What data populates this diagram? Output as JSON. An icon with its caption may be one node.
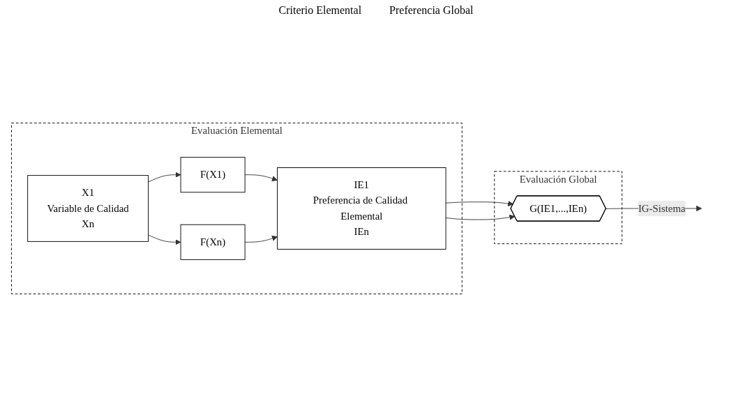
{
  "diagram": {
    "nodes": [
      {
        "text": [
          "Evaluación Elemental"
        ]
      },
      {
        "text": [
          "X1",
          "Variable de Calidad",
          "Xn"
        ],
        "in": 0
      },
      {
        "text": [
          "F(X1)"
        ],
        "in": 0
      },
      {
        "text": [
          "F(Xn)"
        ],
        "in": 0
      },
      {
        "text": [
          "IE1",
          "Preferencia de Calidad Elemental",
          "IEn"
        ],
        "in": 0
      },
      {
        "text": [
          "Evaluación Global"
        ]
      },
      {
        "text": [
          "G(IE1,...,IEn)"
        ],
        "in": 5
      }
    ],
    "edges": [
      {
        "from": 1,
        "to": 2,
        "arrow": "to"
      },
      {
        "from": 2,
        "to": 4,
        "arrow": "to"
      },
      {
        "from": 1,
        "to": 3,
        "arrow": "to"
      },
      {
        "from": 3,
        "to": 4,
        "arrow": "to"
      },
      {
        "from": 4,
        "to": 6,
        "arrow": "to"
      },
      {
        "from": 4,
        "to": 6,
        "arrow": "to"
      },
      {
        "from": 6,
        "to": null,
        "arrow": "to",
        "label": "IG-Sistema"
      }
    ],
    "labels": [
      "Criterio Elemental",
      "Preferencia Global"
    ]
  }
}
